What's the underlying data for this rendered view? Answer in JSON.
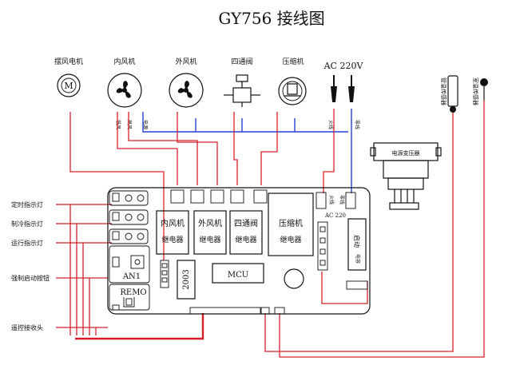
{
  "title": "GY756  接线图",
  "components": {
    "swing_motor": "摆风电机",
    "swing_motor_glyph": "M",
    "indoor_fan": "内风机",
    "indoor_fan_low": "低风",
    "indoor_fan_high": "高风",
    "indoor_fan_common": "电源",
    "outdoor_fan": "外风机",
    "four_way_valve": "四通阀",
    "compressor": "压缩机",
    "ac_supply": "AC 220V",
    "live_wire": "火线",
    "neutral_wire": "零线",
    "pipe_sensor": "管温传感器",
    "room_sensor": "室温传感器",
    "transformer": "电源变压器"
  },
  "indicators": {
    "timer": "定时指示灯",
    "cooling": "制冷指示灯",
    "running": "运行指示灯",
    "emergency": "强制启动按钮",
    "receiver": "遥控接收头"
  },
  "board": {
    "relay_indoor": [
      "内风机",
      "继电器"
    ],
    "relay_outdoor": [
      "外风机",
      "继电器"
    ],
    "relay_valve": [
      "四通阀",
      "继电器"
    ],
    "relay_compressor": [
      "压缩机",
      "继电器"
    ],
    "driver_chip": "2003",
    "mcu": "MCU",
    "ac_terminal_live": "火线",
    "ac_terminal_neutral": "零线",
    "ac_terminal_label": "AC 220",
    "start_cap": "启动",
    "start_cap_sub": "电容",
    "an1": "AN1",
    "remo": "REMO"
  }
}
